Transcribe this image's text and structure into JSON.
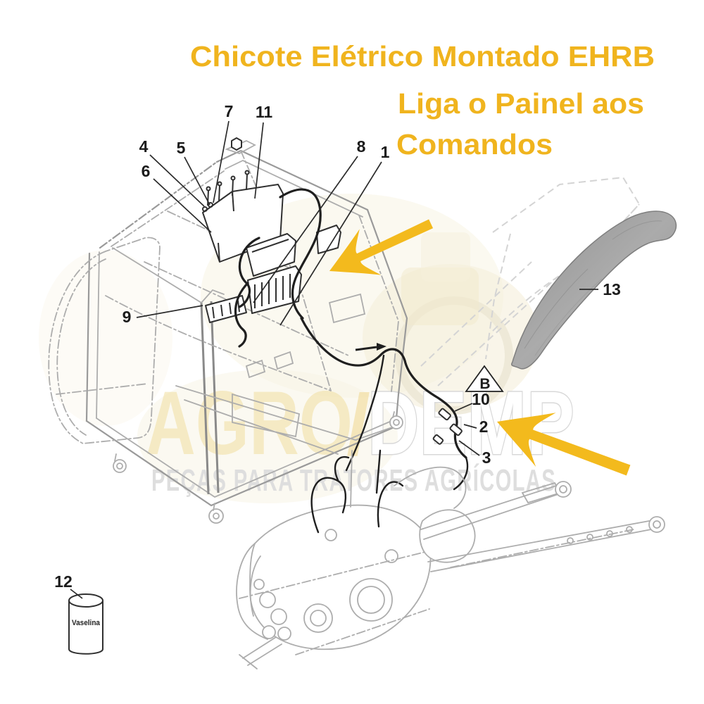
{
  "title": {
    "line1": "Chicote Elétrico Montado EHRB",
    "line2": "Liga o Painel aos",
    "line3": "Comandos"
  },
  "callouts": {
    "c1": "1",
    "c2": "2",
    "c3": "3",
    "c4": "4",
    "c5": "5",
    "c6": "6",
    "c7": "7",
    "c8": "8",
    "c9": "9",
    "c10": "10",
    "c11": "11",
    "c12": "12",
    "c13": "13",
    "b": "B"
  },
  "part_labels": {
    "grease_can": "Vaselina"
  },
  "watermark": {
    "word1": "AGRO",
    "slash": "/",
    "word2": "DEMP",
    "tagline": "PEÇAS PARA TRATORES AGRÍCOLAS"
  },
  "colors": {
    "title_yellow": "#F0B41E",
    "arrow_yellow": "#F3BA1D",
    "drawing_dark": "#2F2F2F",
    "drawing_light": "#9A9A9A",
    "fender_gray": "#9E9E9E",
    "watermark_gray": "#DEDEDE"
  }
}
